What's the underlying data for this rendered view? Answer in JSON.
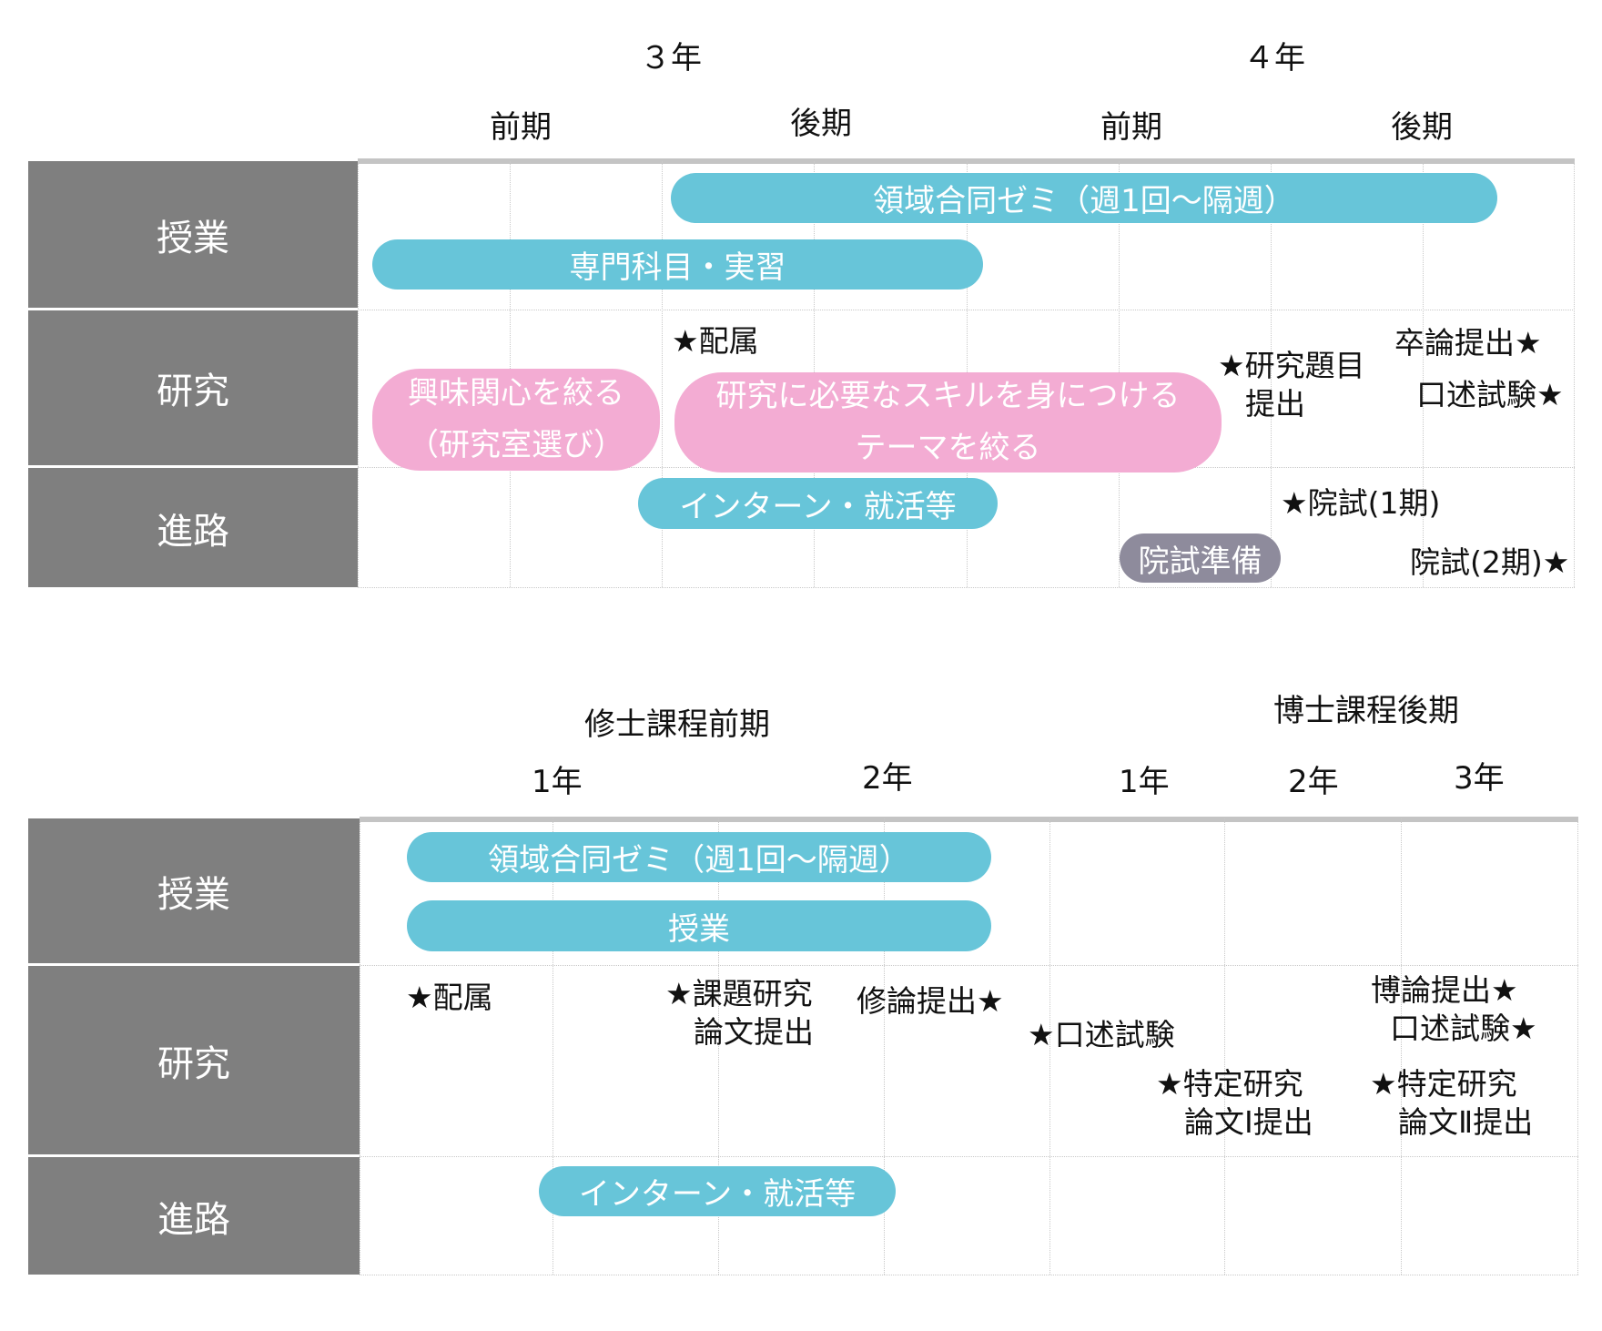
{
  "top": {
    "years": [
      "３年",
      "４年"
    ],
    "terms": [
      "前期",
      "後期",
      "前期",
      "後期"
    ],
    "rows": [
      "授業",
      "研究",
      "進路"
    ],
    "bars": {
      "seminar": "領域合同ゼミ（週1回～隔週）",
      "specialized": "専門科目・実習",
      "interest_l1": "興味関心を絞る",
      "interest_l2": "（研究室選び）",
      "skills_l1": "研究に必要なスキルを身につける",
      "skills_l2": "テーマを絞る",
      "intern": "インターン・就活等",
      "exam_prep": "院試準備"
    },
    "notes": {
      "assign": "★配属",
      "topic_l1": "★研究題目",
      "topic_l2": "提出",
      "thesis": "卒論提出★",
      "oral": "口述試験★",
      "exam1": "★院試(1期)",
      "exam2": "院試(2期)★"
    }
  },
  "bottom": {
    "programs": [
      "修士課程前期",
      "博士課程後期"
    ],
    "years": [
      "1年",
      "2年",
      "1年",
      "2年",
      "3年"
    ],
    "rows": [
      "授業",
      "研究",
      "進路"
    ],
    "bars": {
      "seminar": "領域合同ゼミ（週1回～隔週）",
      "classes": "授業",
      "intern": "インターン・就活等"
    },
    "notes": {
      "assign": "★配属",
      "project_l1": "★課題研究",
      "project_l2": "論文提出",
      "master": "修論提出★",
      "oral1": "★口述試験",
      "sp1_l1": "★特定研究",
      "sp1_l2": "論文Ⅰ提出",
      "sp2_l1": "★特定研究",
      "sp2_l2": "論文Ⅱ提出",
      "doctor": "博論提出★",
      "oral2": "口述試験★"
    }
  },
  "colors": {
    "row_label_bg": "#7f7f7f",
    "bar_blue": "#67c5d9",
    "bar_pink": "#f3acd3",
    "bar_gray": "#8e8b9c",
    "grid": "#c8c8c8"
  }
}
